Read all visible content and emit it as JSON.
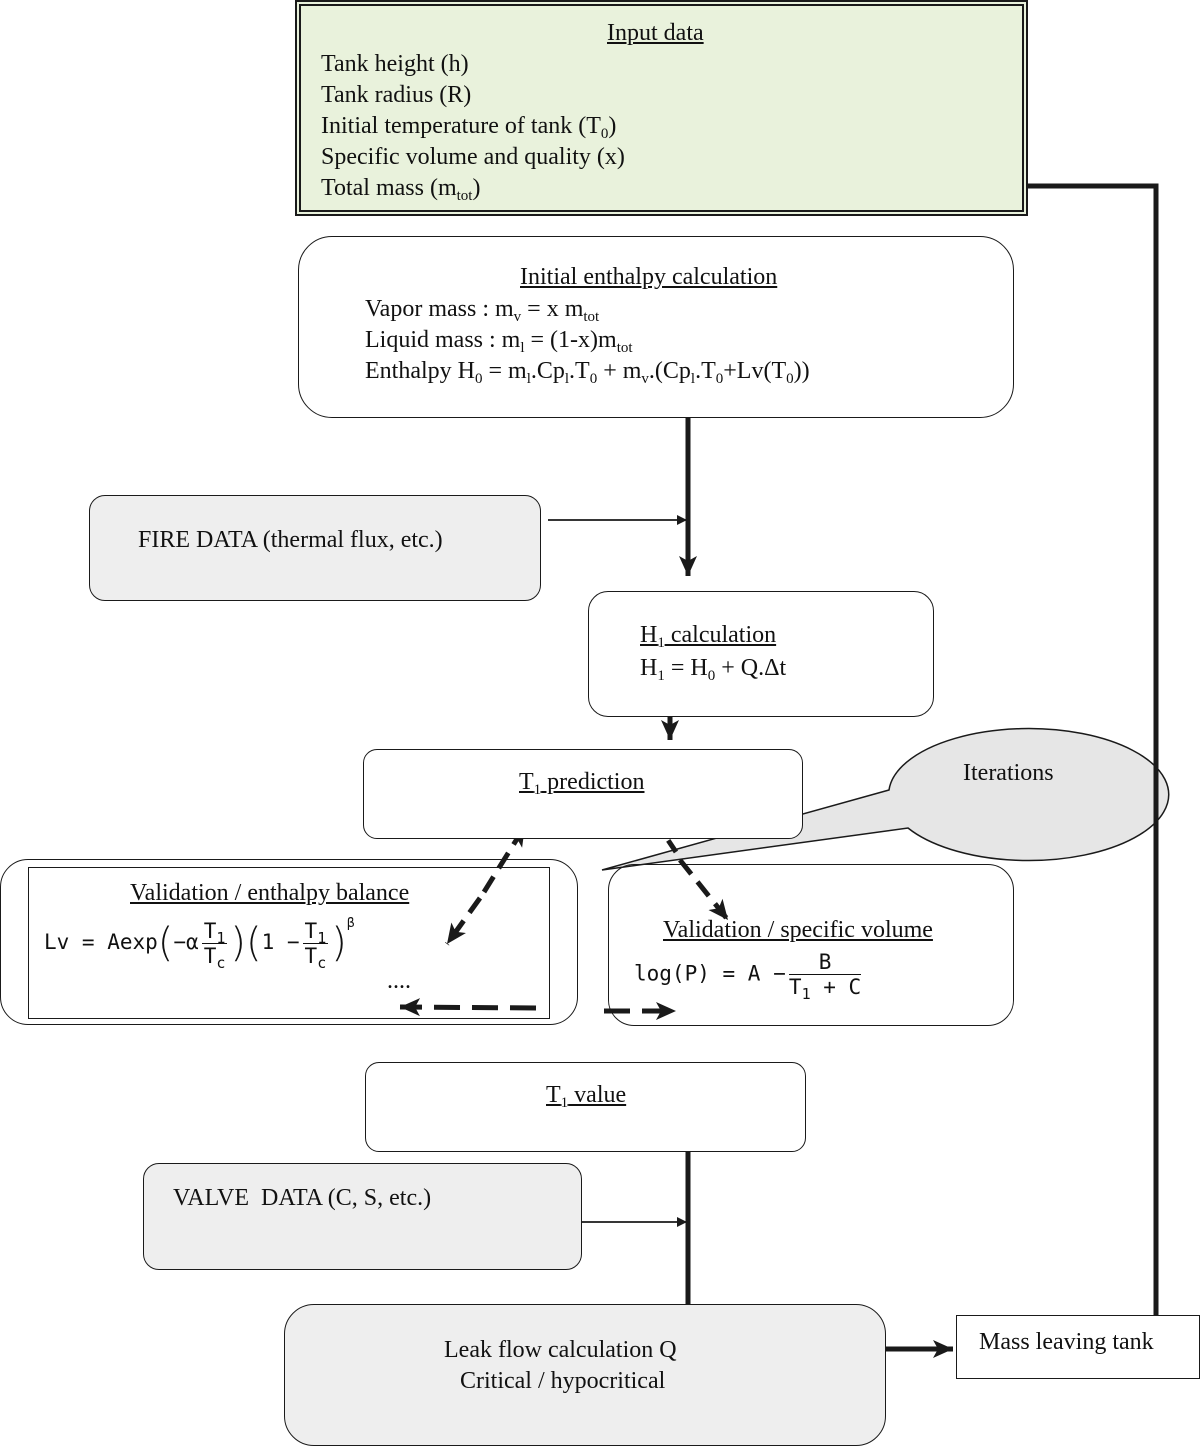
{
  "input_box": {
    "title": "Input data",
    "lines": [
      "Tank height (h)",
      "Tank radius (R)"
    ],
    "temp_prefix": "Initial temperature of tank (T",
    "temp_sub": "0",
    "temp_suffix": ")",
    "specific_volume": "Specific volume and quality (x)",
    "mass_prefix": "Total mass (m",
    "mass_sub": "tot",
    "mass_suffix": ")"
  },
  "enthalpy_box": {
    "title": "Initial enthalpy calculation",
    "vapor": {
      "a": "Vapor mass : m",
      "a_sub": "v",
      "b": " = x m",
      "b_sub": "tot"
    },
    "liquid": {
      "a": "Liquid mass : m",
      "a_sub": "l",
      "b": " = (1-x)m",
      "b_sub": "tot"
    },
    "enthalpy": {
      "a": "Enthalpy H",
      "s1": "0",
      "b": " = m",
      "s2": "l",
      "c": ".Cp",
      "s3": "l",
      "d": ".T",
      "s4": "0",
      "e": " + m",
      "s5": "v",
      "f": ".(Cp",
      "s6": "l",
      "g": ".T",
      "s7": "0",
      "h": "+Lv(T",
      "s8": "0",
      "i": "))"
    }
  },
  "fire_box": {
    "label": "FIRE DATA (thermal flux, etc.)"
  },
  "h1_box": {
    "title_main": "H",
    "title_sub": "1",
    "title_rest": " calculation",
    "eq": {
      "a": "H",
      "s1": "1",
      "b": " = H",
      "s2": "0",
      "c": " + Q.Δt"
    }
  },
  "t1_prediction": {
    "main": "T",
    "sub": "1",
    "rest": " prediction"
  },
  "iterations": {
    "label": "Iterations"
  },
  "validation_enthalpy": {
    "title": "Validation / enthalpy balance",
    "formula": {
      "lhs": "Lv = Aexp",
      "minus_alpha": "−α",
      "t1": "T",
      "t1_sub": "1",
      "tc": "T",
      "tc_sub": "c",
      "one_minus": "1 −",
      "beta": "β",
      "dots": "...."
    }
  },
  "validation_volume": {
    "title": "Validation / specific volume",
    "formula": {
      "lhs": "log(P) = A −",
      "num": "B",
      "den_a": "T",
      "den_sub": "1",
      "den_b": " + C"
    }
  },
  "t1_value": {
    "main": "T",
    "sub": "1",
    "rest": " value"
  },
  "valve_box": {
    "label": "VALVE  DATA (C, S, etc.)"
  },
  "leak_box": {
    "line1": "Leak flow calculation Q",
    "line2": "Critical / hypocritical"
  },
  "mass_box": {
    "label": "Mass leaving tank"
  },
  "colors": {
    "input_fill": "#e9f2dc",
    "data_fill": "#eeeeee",
    "bubble_fill": "#e6e6e6",
    "line": "#1a1a1a"
  }
}
